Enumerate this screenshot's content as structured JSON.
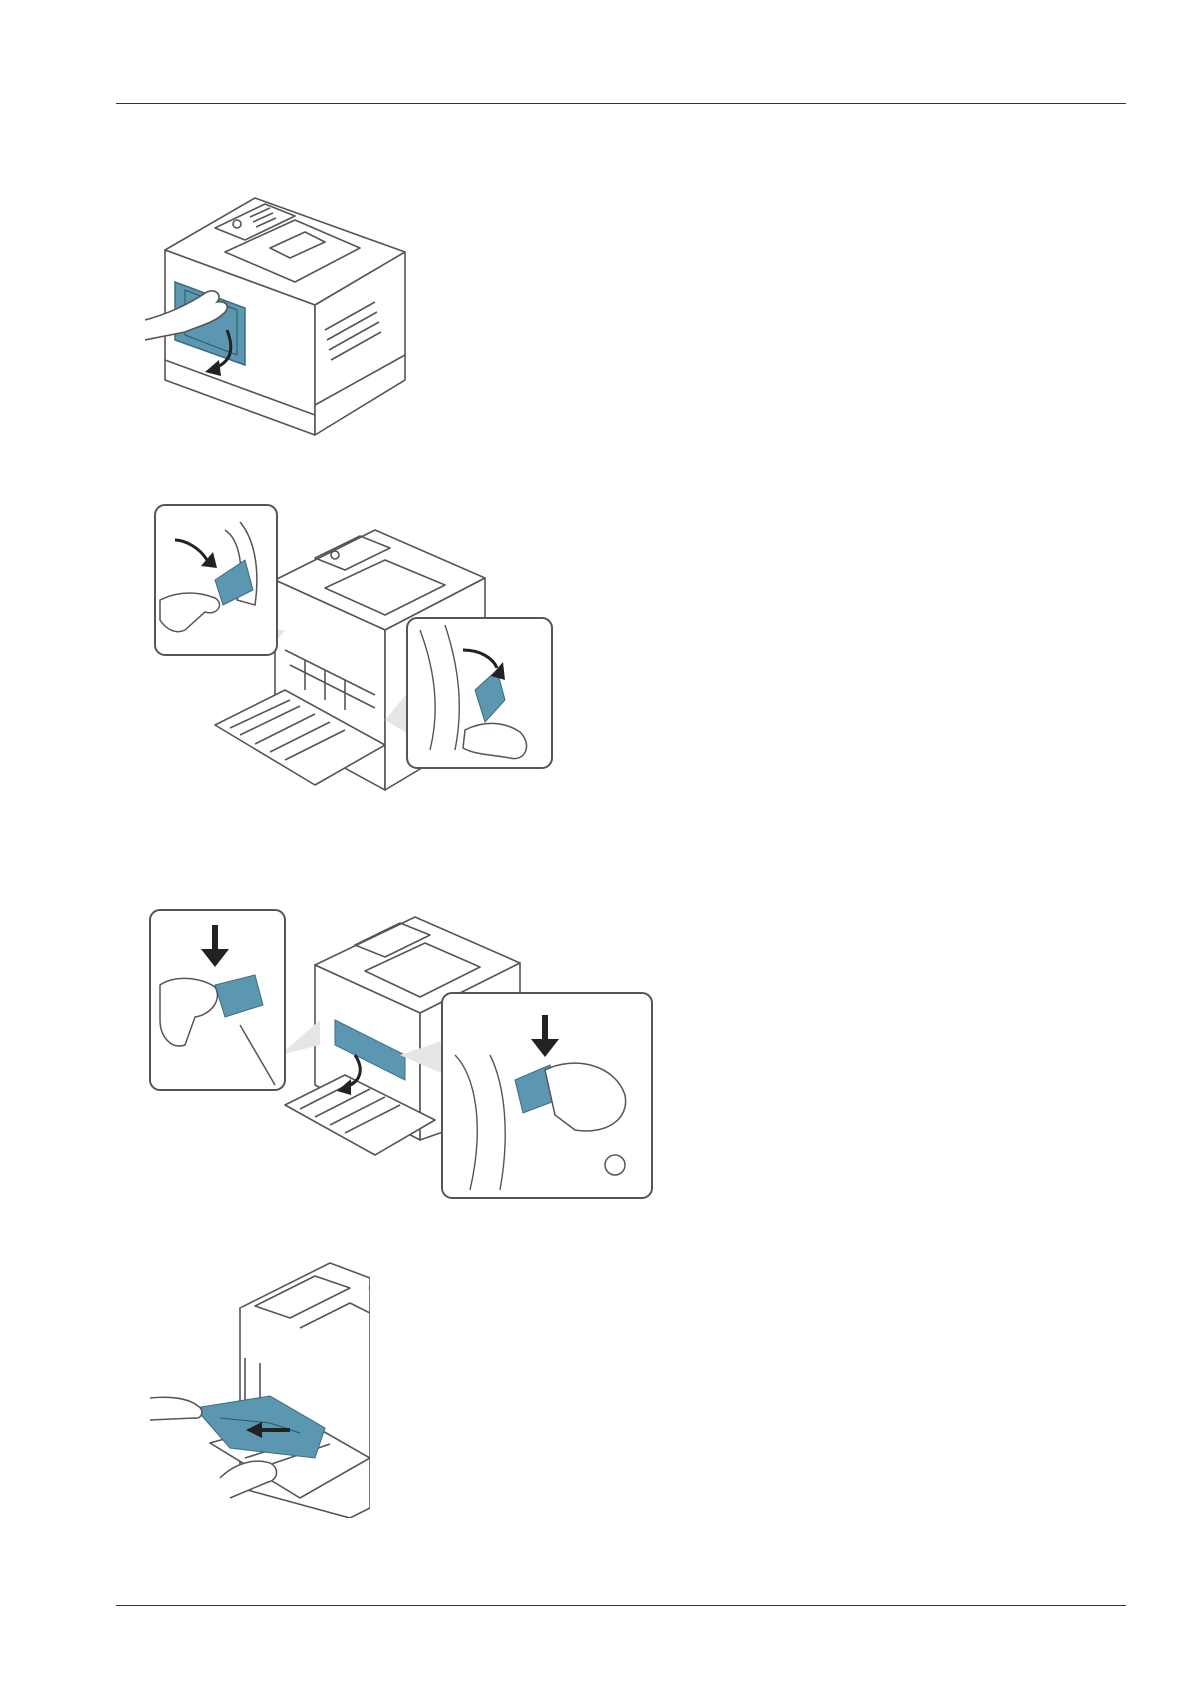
{
  "page": {
    "header_rule": "",
    "footer_rule": "",
    "colors": {
      "accent_blue": "#5b97b0",
      "line": "#555555",
      "paper": "#ffffff"
    },
    "illustrations": [
      {
        "id": "open-rear-cover",
        "icons": [
          "printer-icon",
          "hand-icon",
          "down-arrow-icon"
        ]
      },
      {
        "id": "lower-fuser-levers",
        "icons": [
          "printer-icon",
          "hand-icon",
          "curved-arrow-icon",
          "zoom-callout-icon"
        ]
      },
      {
        "id": "press-fuser-levers",
        "icons": [
          "printer-icon",
          "hand-icon",
          "down-arrow-icon",
          "zoom-callout-icon"
        ]
      },
      {
        "id": "pull-jammed-paper",
        "icons": [
          "printer-icon",
          "hand-icon",
          "jammed-paper-icon",
          "left-arrow-icon"
        ]
      }
    ]
  }
}
